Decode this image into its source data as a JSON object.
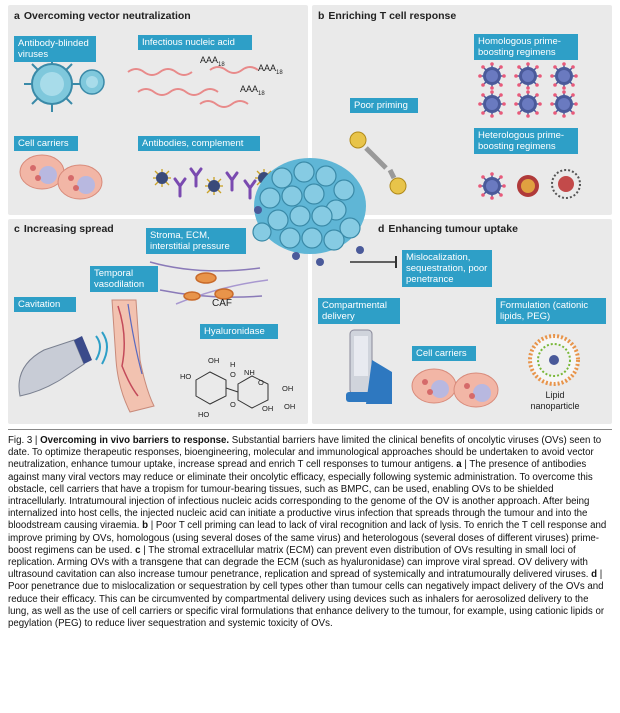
{
  "panels": {
    "a": {
      "letter": "a",
      "title": "Overcoming vector neutralization"
    },
    "b": {
      "letter": "b",
      "title": "Enriching T cell response"
    },
    "c": {
      "letter": "c",
      "title": "Increasing spread"
    },
    "d": {
      "letter": "d",
      "title": "Enhancing tumour uptake"
    }
  },
  "labels": {
    "antibody_blinded": "Antibody-blinded viruses",
    "infectious_na": "Infectious nucleic acid",
    "cell_carriers_a": "Cell carriers",
    "antibodies_complement": "Antibodies, complement",
    "homologous": "Homologous prime-boosting regimens",
    "heterologous": "Heterologous prime-boosting regimens",
    "poor_priming": "Poor priming",
    "stroma": "Stroma, ECM, interstitial pressure",
    "temporal": "Temporal vasodilation",
    "cavitation": "Cavitation",
    "hyaluronidase": "Hyaluronidase",
    "mislocalization": "Mislocalization, sequestration, poor penetrance",
    "compartmental": "Compartmental delivery",
    "formulation": "Formulation (cationic lipids, PEG)",
    "cell_carriers_d": "Cell carriers"
  },
  "annotations": {
    "aaa1": "AAA",
    "aaa2": "AAA",
    "aaa3": "AAA",
    "sub18": "18",
    "caf": "CAF",
    "lipid": "Lipid nanoparticle",
    "oh1": "OH",
    "oh2": "OH",
    "oh3": "OH",
    "oh4": "OH",
    "ho1": "HO",
    "ho2": "HO",
    "nh": "NH",
    "o1": "O",
    "o2": "O",
    "o3": "O",
    "h": "H"
  },
  "caption": {
    "fig": "Fig. 3 | ",
    "title": "Overcoming in vivo barriers to response.",
    "intro": " Substantial barriers have limited the clinical benefits of oncolytic viruses (OVs) seen to date. To optimize therapeutic responses, bioengineering, molecular and immunological approaches should be undertaken to avoid vector neutralization, enhance tumour uptake, increase spread and enrich T cell responses to tumour antigens. ",
    "a_letter": "a",
    "a_text": " | The presence of antibodies against many viral vectors may reduce or eliminate their oncolytic efficacy, especially following systemic administration. To overcome this obstacle, cell carriers that have a tropism for tumour-bearing tissues, such as BMPC, can be used, enabling OVs to be shielded intracellularly. Intratumoural injection of infectious nucleic acids corresponding to the genome of the OV is another approach. After being internalized into host cells, the injected nucleic acid can initiate a productive virus infection that spreads through the tumour and into the bloodstream causing viraemia. ",
    "b_letter": "b",
    "b_text": " | Poor T cell priming can lead to lack of viral recognition and lack of lysis. To enrich the T cell response and improve priming by OVs, homologous (using several doses of the same virus) and heterologous (several doses of different viruses) prime-boost regimens can be used. ",
    "c_letter": "c",
    "c_text": " | The stromal extracellular matrix (ECM) can prevent even distribution of OVs resulting in small loci of replication. Arming OVs with a transgene that can degrade the ECM (such as hyaluronidase) can improve viral spread. OV delivery with ultrasound cavitation can also increase tumour penetrance, replication and spread of systemically and intratumourally delivered viruses. ",
    "d_letter": "d",
    "d_text": " | Poor penetrance due to mislocalization or sequestration by cell types other than tumour cells can negatively impact delivery of the OVs and reduce their efficacy. This can be circumvented by compartmental delivery using devices such as inhalers for aerosolized delivery to the lung, as well as the use of cell carriers or specific viral formulations that enhance delivery to the tumour, for example, using cationic lipids or pegylation (PEG) to reduce liver sequestration and systemic toxicity of OVs."
  },
  "colors": {
    "panel_bg": "#eaeaea",
    "label_bg": "#2e9fc7",
    "tumour": "#5fb6d6",
    "virus": "#4a5a9a",
    "rna": "#e88a8a"
  }
}
